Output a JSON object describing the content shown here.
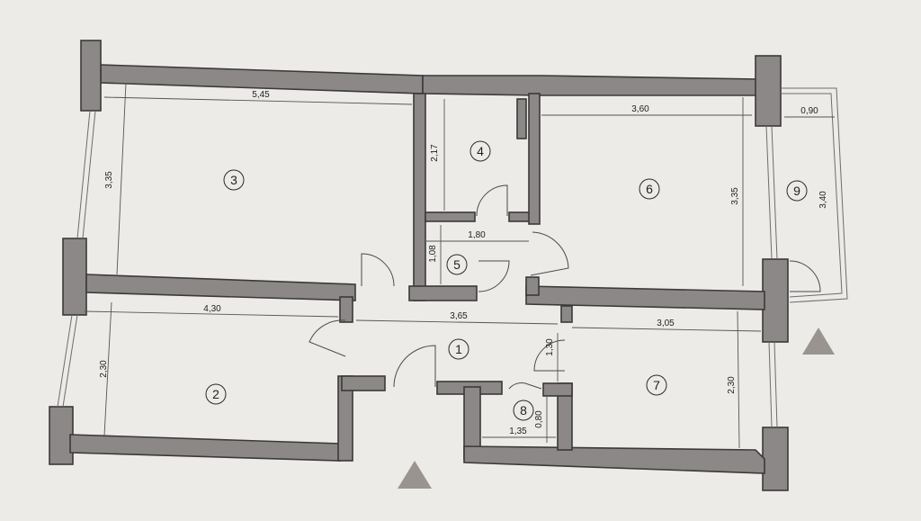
{
  "rooms": [
    {
      "id": "r1",
      "number": "1"
    },
    {
      "id": "r2",
      "number": "2"
    },
    {
      "id": "r3",
      "number": "3"
    },
    {
      "id": "r4",
      "number": "4"
    },
    {
      "id": "r5",
      "number": "5"
    },
    {
      "id": "r6",
      "number": "6"
    },
    {
      "id": "r7",
      "number": "7"
    },
    {
      "id": "r8",
      "number": "8"
    },
    {
      "id": "r9",
      "number": "9"
    }
  ],
  "dimensions": {
    "r3_width": "5,45",
    "r3_height": "3,35",
    "r4_height": "2,17",
    "r5_width": "1,80",
    "r5_height": "1,08",
    "r6_width": "3,60",
    "r6_height": "3,35",
    "r9_width": "0,90",
    "r9_height": "3,40",
    "r2_width": "4,30",
    "r2_height": "2,30",
    "r1_width": "3,65",
    "r1_height": "1,30",
    "r7_width": "3,05",
    "r7_height": "2,30",
    "r8_width": "1,35",
    "r8_height": "0,80"
  }
}
